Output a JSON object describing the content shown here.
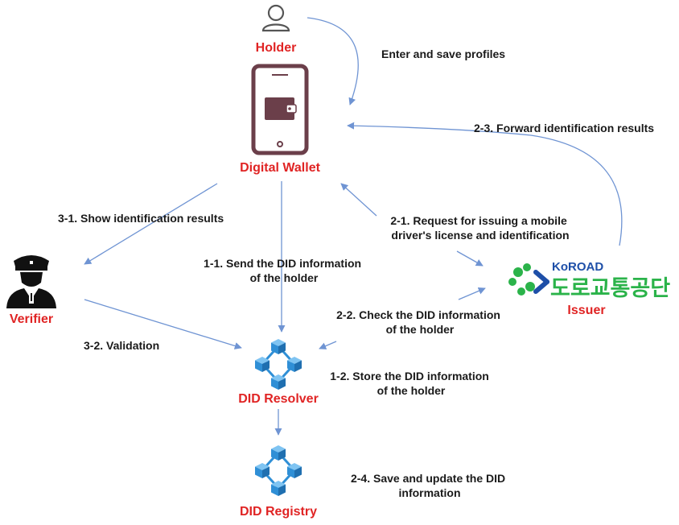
{
  "nodes": {
    "holder": "Holder",
    "wallet": "Digital Wallet",
    "verifier": "Verifier",
    "issuer": "Issuer",
    "resolver": "DID Resolver",
    "registry": "DID Registry"
  },
  "issuer_logo": {
    "brand": "KoROAD",
    "korean_name": "도로교통공단"
  },
  "edges": {
    "enter_save": [
      "Enter and save profiles"
    ],
    "forward_results": [
      "2-3. Forward identification results"
    ],
    "show_results": [
      "3-1. Show identification results"
    ],
    "request_issue": [
      "2-1. Request for issuing a mobile",
      "driver's license and identification"
    ],
    "send_did": [
      "1-1. Send the DID information",
      "of the holder"
    ],
    "check_did": [
      "2-2. Check the DID information",
      "of the holder"
    ],
    "validation": [
      "3-2. Validation"
    ],
    "store_did": [
      "1-2. Store the DID information",
      "of the holder"
    ],
    "save_update": [
      "2-4. Save and update the DID",
      "information"
    ]
  },
  "colors": {
    "node_label": "#e02424",
    "arrow": "#6f94d3",
    "wallet_outline": "#6b3f4a",
    "blockchain": "#2f8fd6",
    "koroad_green": "#2bb34a",
    "koroad_blue": "#1e4fa8"
  },
  "icons": {
    "holder": "person-outline-icon",
    "wallet": "smartphone-wallet-icon",
    "verifier": "police-officer-icon",
    "issuer": "koroad-logo-icon",
    "resolver": "blockchain-cubes-icon",
    "registry": "blockchain-cubes-icon"
  }
}
